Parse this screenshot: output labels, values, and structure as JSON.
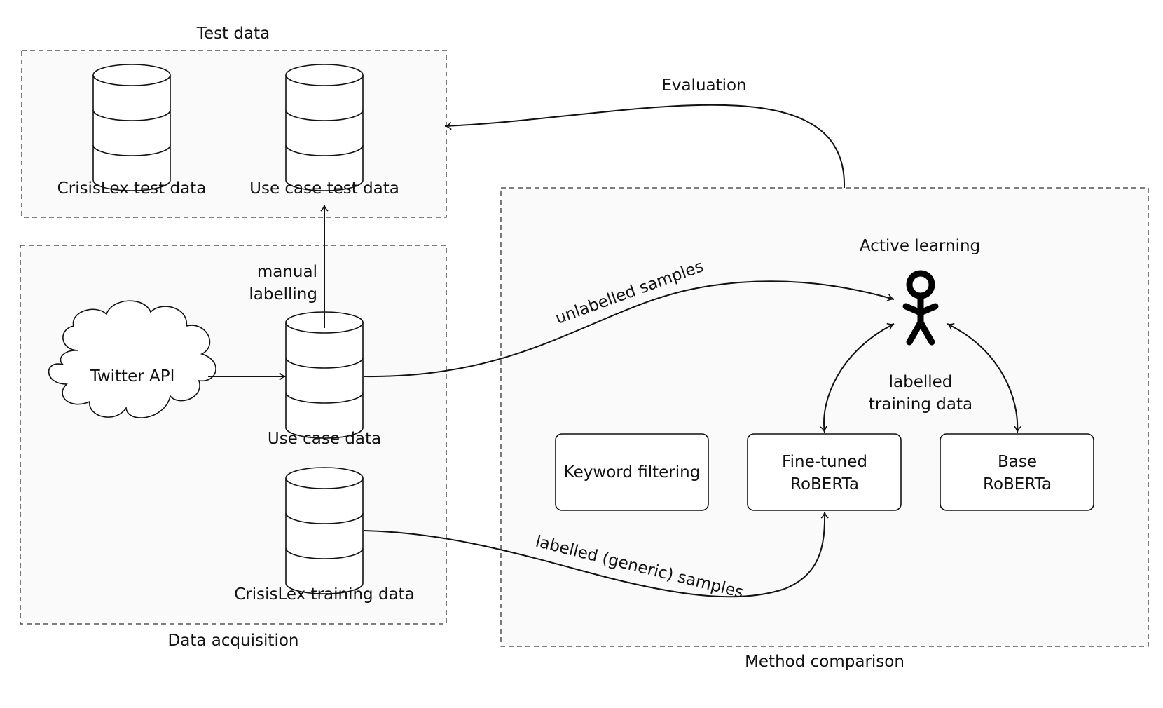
{
  "groups": {
    "test_data": "Test data",
    "data_acquisition": "Data acquisition",
    "method_comparison": "Method comparison"
  },
  "nodes": {
    "crisislex_test": "CrisisLex test data",
    "use_case_test": "Use case test data",
    "twitter_api": "Twitter API",
    "use_case_data": "Use case data",
    "crisislex_training": "CrisisLex training data",
    "active_learning": "Active learning",
    "keyword_filtering": "Keyword filtering",
    "fine_tuned": [
      "Fine-tuned",
      "RoBERTa"
    ],
    "base": [
      "Base",
      "RoBERTa"
    ]
  },
  "edges": {
    "evaluation": "Evaluation",
    "manual_labelling": [
      "manual",
      "labelling"
    ],
    "unlabelled_samples": "unlabelled samples",
    "labelled_training_data": [
      "labelled",
      "training data"
    ],
    "labelled_generic_samples": "labelled (generic) samples"
  }
}
